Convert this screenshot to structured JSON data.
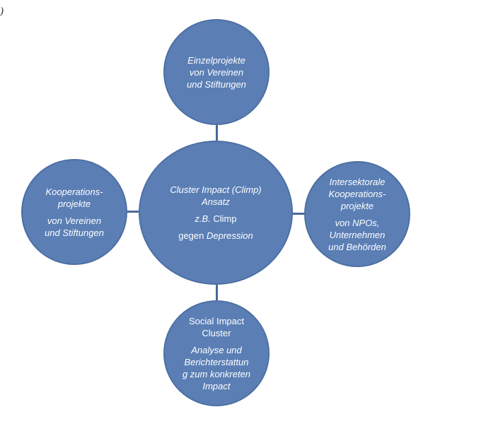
{
  "corner_fragment": ")",
  "center": {
    "title_lines": [
      "Cluster Impact (Climp)",
      "Ansatz"
    ],
    "example_prefix": "z.B.",
    "example_name": "Climp",
    "example_line2_prefix": "gegen",
    "example_line2_topic": "Depression"
  },
  "top": {
    "lines": [
      "Einzelprojekte",
      "von Vereinen",
      "und Stiftungen"
    ]
  },
  "left": {
    "title_lines": [
      "Kooperations-",
      "projekte"
    ],
    "detail_lines": [
      "von Vereinen",
      "und Stiftungen"
    ]
  },
  "right": {
    "title_lines": [
      "Intersektorale",
      "Kooperations-",
      "projekte"
    ],
    "detail_lines": [
      "von NPOs,",
      "Unternehmen",
      "und Behörden"
    ]
  },
  "bottom": {
    "title_lines": [
      "Social Impact",
      "Cluster"
    ],
    "detail_lines": [
      "Analyse und",
      "Berichterstattun",
      "g zum konkreten",
      "Impact"
    ]
  },
  "colors": {
    "node_fill": "#5b7fb5",
    "node_border": "#4d6fa3",
    "connector": "#4a6a9a",
    "text": "#ffffff"
  }
}
